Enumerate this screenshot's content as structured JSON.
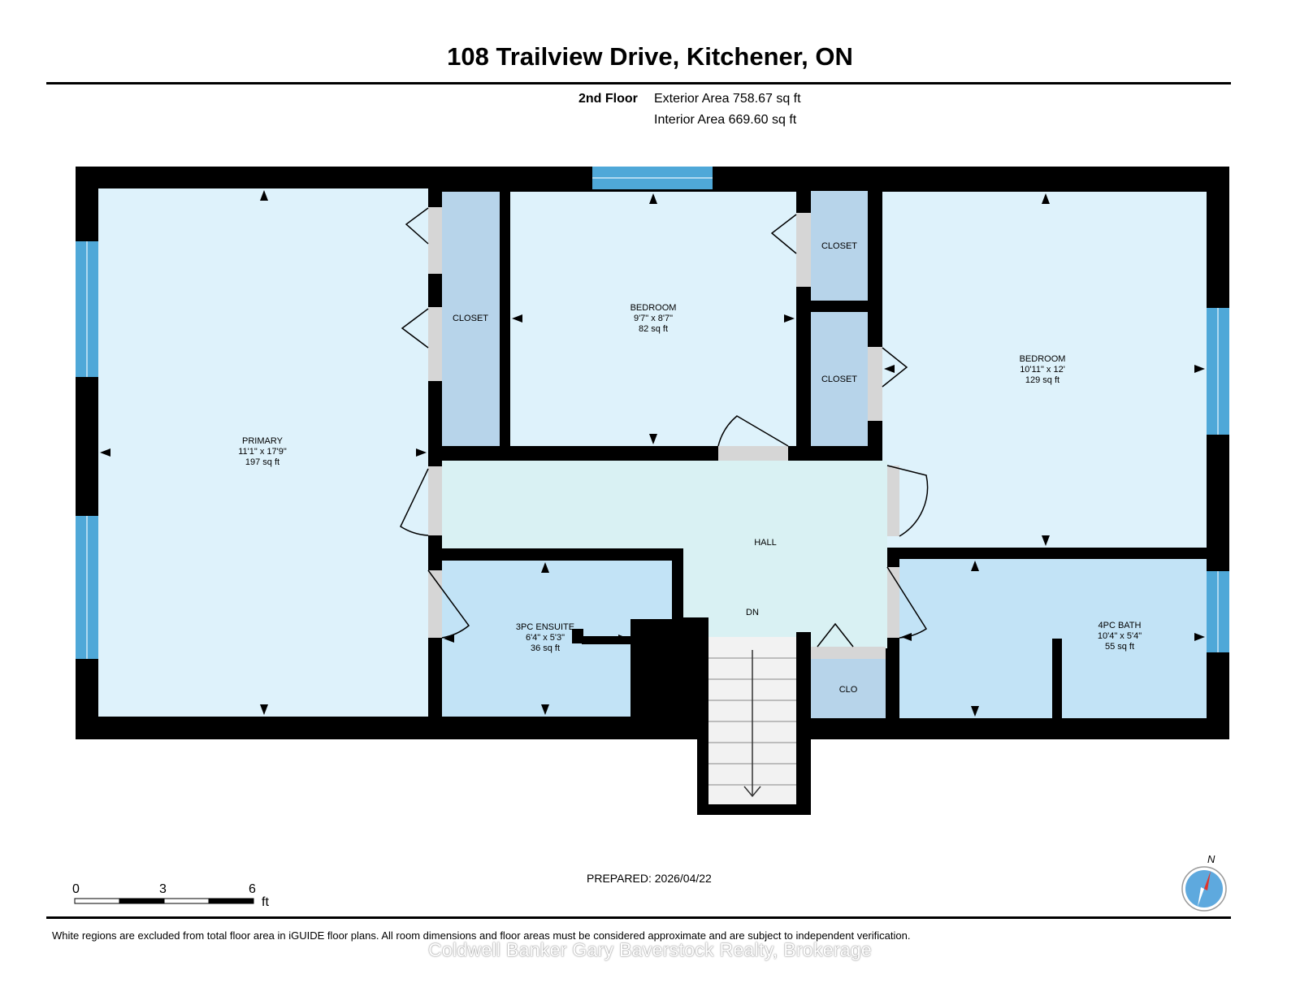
{
  "header": {
    "title": "108 Trailview Drive, Kitchener, ON",
    "floor": "2nd Floor",
    "exterior_area": "Exterior Area 758.67 sq ft",
    "interior_area": "Interior Area 669.60 sq ft"
  },
  "rooms": {
    "primary": {
      "name": "PRIMARY",
      "dims": "11'1\" x 17'9\"",
      "area": "197 sq ft"
    },
    "bedroom1": {
      "name": "BEDROOM",
      "dims": "9'7\" x 8'7\"",
      "area": "82 sq ft"
    },
    "bedroom2": {
      "name": "BEDROOM",
      "dims": "10'11\" x 12'",
      "area": "129 sq ft"
    },
    "ensuite": {
      "name": "3PC ENSUITE",
      "dims": "6'4\" x 5'3\"",
      "area": "36 sq ft"
    },
    "bath": {
      "name": "4PC BATH",
      "dims": "10'4\" x 5'4\"",
      "area": "55 sq ft"
    },
    "closet_primary": "CLOSET",
    "closet_top": "CLOSET",
    "closet_mid": "CLOSET",
    "hall": "HALL",
    "stairs": "DN",
    "clo": "CLO"
  },
  "scale_bar": {
    "labels": [
      "0",
      "3",
      "6"
    ],
    "unit": "ft"
  },
  "compass": {
    "label": "N"
  },
  "footer": {
    "prepared": "PREPARED: 2026/04/22",
    "disclaimer": "White regions are excluded from total floor area in iGUIDE floor plans. All room dimensions and floor areas must be considered approximate and are subject to independent verification.",
    "watermark": "Coldwell Banker Gary Baverstock Realty, Brokerage"
  },
  "colors": {
    "wall": "#000000",
    "room": "#def2fb",
    "closet": "#b7d4ea",
    "hall": "#d9f1f3",
    "bath": "#c2e3f6",
    "window": "#4fa8d8",
    "door_gap": "#d6d6d6",
    "compass_red": "#e0352b",
    "compass_blue": "#5ea9de"
  }
}
